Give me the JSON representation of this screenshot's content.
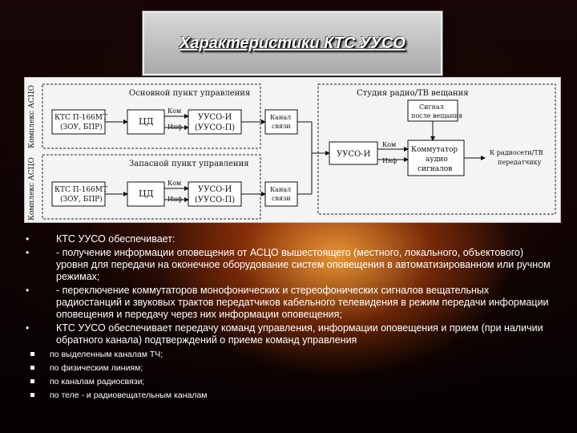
{
  "title": "Характеристики КТС УУСО",
  "diagram": {
    "side_label_top": "Комплекс АСЦО",
    "side_label_bottom": "Комплекс АСЦО",
    "main_point_title": "Основной пункт управления",
    "reserve_point_title": "Запасной пункт управления",
    "studio_title": "Студия радио/ТВ вещания",
    "kts_top_line1": "КТС П-166МТ",
    "kts_top_line2": "(ЗОУ, БПР)",
    "kts_bottom_line1": "КТС П-166МТ",
    "kts_bottom_line2": "(ЗОУ, БПР)",
    "cd_top": "ЦД",
    "cd_bottom": "ЦД",
    "kom_label": "Ком",
    "inf_label": "Инф",
    "uuso_top_line1": "УУСО-И",
    "uuso_top_line2": "(УУСО-П)",
    "uuso_bottom_line1": "УУСО-И",
    "uuso_bottom_line2": "(УУСО-П)",
    "channel_top_line1": "Канал",
    "channel_top_line2": "связи",
    "channel_bottom_line1": "Канал",
    "channel_bottom_line2": "связи",
    "signal_line1": "Сигнал",
    "signal_line2": "после вещания",
    "studio_uuso": "УУСО-И",
    "commutator_line1": "Коммутатор",
    "commutator_line2": "аудио",
    "commutator_line3": "сигналов",
    "to_transmitter_line1": "К радиосети/ТВ",
    "to_transmitter_line2": "передатчику"
  },
  "bullets": [
    {
      "marker": "•",
      "text": "КТС УУСО  обеспечивает:"
    },
    {
      "marker": "•",
      "text": "- получение информации оповещения  от АСЦО вышестоящего (местного, локального, объектового) уровня для передачи  на оконечное оборудование систем оповещения в автоматизированном или ручном режимах;"
    },
    {
      "marker": "•",
      "text": "- переключение коммутаторов монофонических и стереофонических сигналов вещательных радиостанций и звуковых трактов передатчиков кабельного телевидения в режим передачи информации оповещения и передачу через них информации оповещения;"
    },
    {
      "marker": "•",
      "text": "КТС УУСО обеспечивает передачу команд управления, информации оповещения и прием (при наличии обратного канала) подтверждений о приеме команд управления"
    }
  ],
  "sub_bullets": [
    "по выделенным каналам ТЧ;",
    "по физическим линиям;",
    "по каналам радиосвязи;",
    "по теле - и радиовещательным каналам"
  ]
}
